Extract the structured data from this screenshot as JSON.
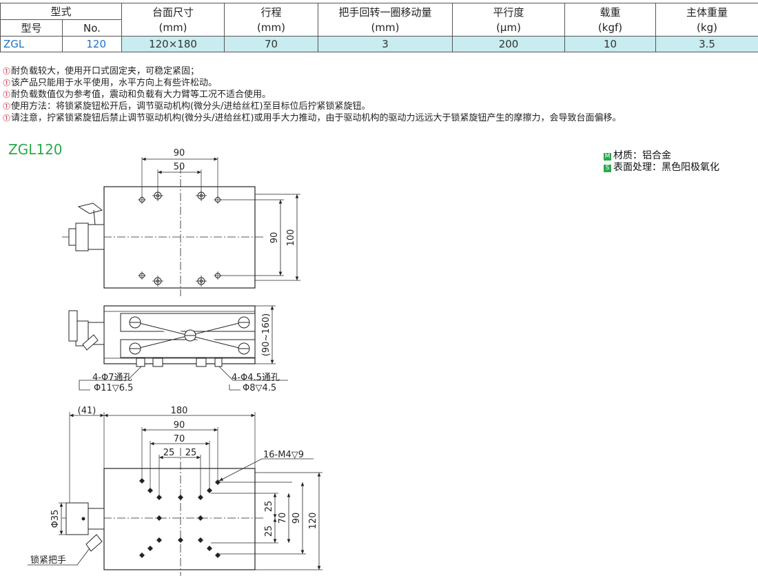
{
  "table": {
    "group_header": "型式",
    "col_model": "型号",
    "col_no": "No.",
    "columns": [
      {
        "name": "台面尺寸",
        "unit": "(mm)"
      },
      {
        "name": "行程",
        "unit": "(mm)"
      },
      {
        "name": "把手回转一圈移动量",
        "unit": "(mm)"
      },
      {
        "name": "平行度",
        "unit": "(μm)"
      },
      {
        "name": "载重",
        "unit": "(kgf)"
      },
      {
        "name": "主体重量",
        "unit": "(kg)"
      }
    ],
    "row": {
      "model": "ZGL",
      "no": "120",
      "values": [
        "120×180",
        "70",
        "3",
        "200",
        "10",
        "3.5"
      ]
    }
  },
  "notes": [
    "耐负载较大，使用开口式固定夹，可稳定紧固；",
    "该产品只能用于水平使用，水平方向上有些许松动。",
    "耐负载数值仅为参考值，震动和负载有大力臂等工况不适合使用。",
    "使用方法：将锁紧旋钮松开后，调节驱动机构(微分头/进给丝杠)至目标位后拧紧锁紧旋钮。",
    "请注意，拧紧锁紧旋钮后禁止调节驱动机构(微分头/进给丝杠)或用手大力推动，由于驱动机构的驱动力远远大于锁紧旋钮产生的摩擦力，会导致台面偏移。"
  ],
  "note_marker": "!",
  "drawing_title": "ZGL120",
  "legend": {
    "material_badge": "M",
    "material": "材质：铝合金",
    "surface_badge": "S",
    "surface": "表面处理：黑色阳极氧化"
  },
  "dims": {
    "top_90": "90",
    "top_50": "50",
    "top_v90": "90",
    "top_v100": "100",
    "side_h": "(90~160)",
    "hole_left": "4-Φ7通孔",
    "hole_left_cb": "Φ11▽6.5",
    "hole_right": "4-Φ4.5通孔",
    "hole_right_cb": "Φ8▽4.5",
    "b_41": "(41)",
    "b_180": "180",
    "b_90": "90",
    "b_70": "70",
    "b_25a": "25",
    "b_25b": "25",
    "b_tap": "16-M4▽9",
    "b_v25a": "25",
    "b_v25b": "25",
    "b_v70": "70",
    "b_v90": "90",
    "b_v120": "120",
    "b_phi35": "Φ35",
    "b_lock": "锁紧把手"
  },
  "colors": {
    "accent": "#2aa84a",
    "cell_highlight": "#c8ecef",
    "value_blue": "#1a73c6"
  }
}
